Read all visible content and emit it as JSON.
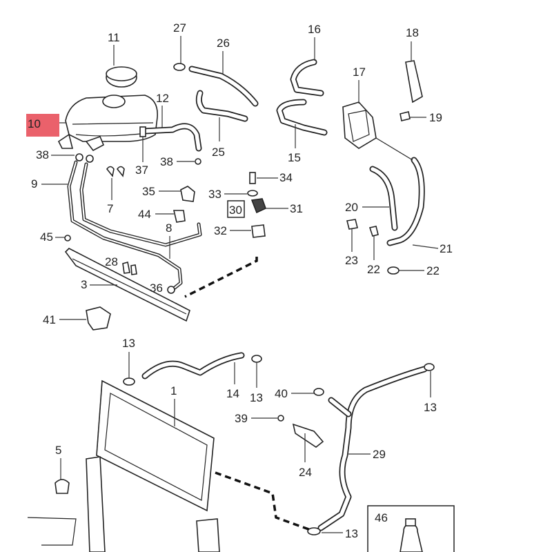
{
  "highlight": {
    "label": "10",
    "color": "#e8505b"
  },
  "labels": {
    "p1": "1",
    "p3": "3",
    "p5": "5",
    "p7": "7",
    "p8": "8",
    "p9": "9",
    "p11": "11",
    "p12": "12",
    "p13a": "13",
    "p13b": "13",
    "p13c": "13",
    "p13d": "13",
    "p14": "14",
    "p15": "15",
    "p16": "16",
    "p17": "17",
    "p18": "18",
    "p19": "19",
    "p20": "20",
    "p21": "21",
    "p22a": "22",
    "p22b": "22",
    "p23": "23",
    "p24": "24",
    "p25": "25",
    "p26": "26",
    "p27": "27",
    "p28": "28",
    "p29": "29",
    "p30": "30",
    "p31": "31",
    "p32": "32",
    "p33": "33",
    "p34": "34",
    "p35": "35",
    "p36": "36",
    "p37": "37",
    "p38a": "38",
    "p38b": "38",
    "p39": "39",
    "p40": "40",
    "p41": "41",
    "p44": "44",
    "p45": "45",
    "p46": "46"
  }
}
